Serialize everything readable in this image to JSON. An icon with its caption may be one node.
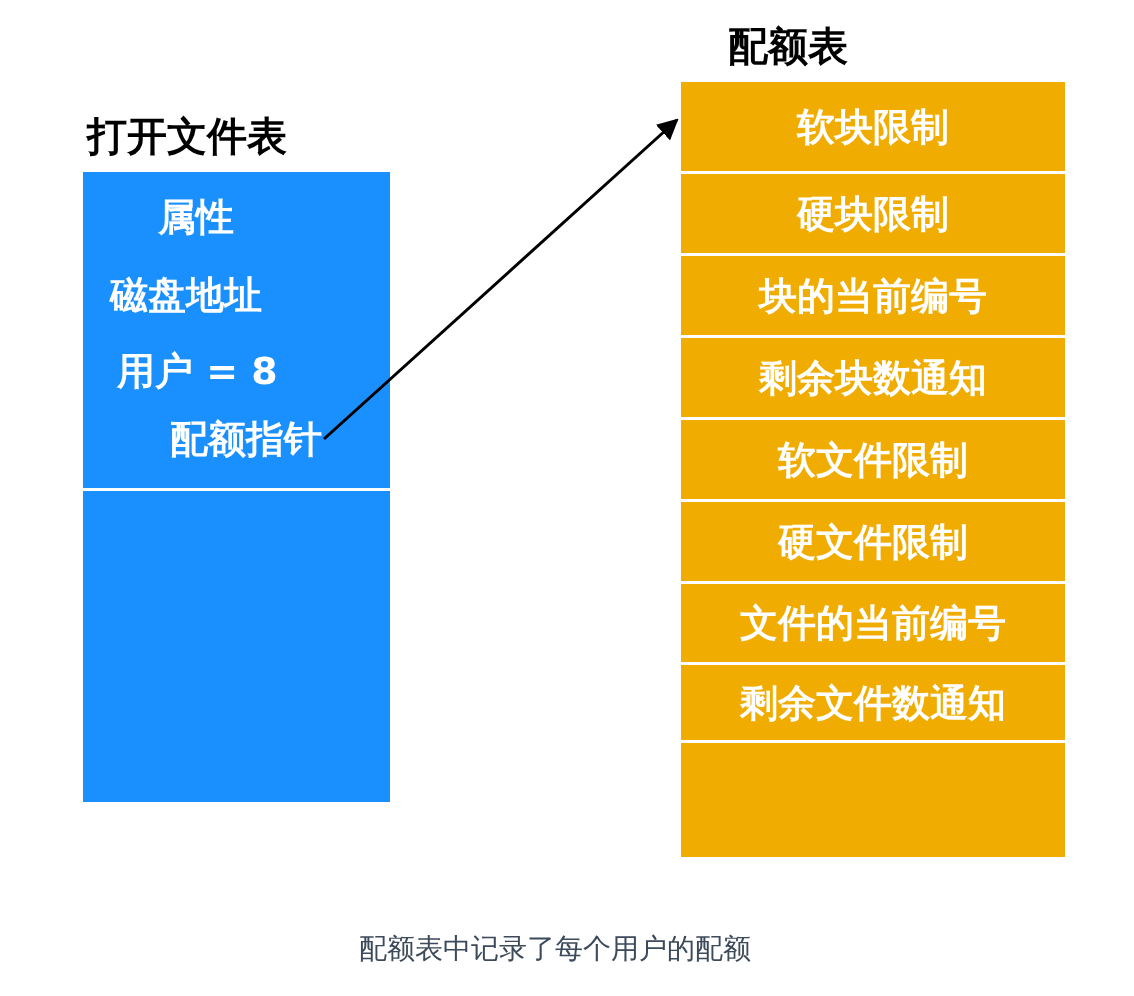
{
  "diagram": {
    "caption": "配额表中记录了每个用户的配额",
    "nodes": [
      {
        "text": [
          "打开文件表"
        ]
      },
      {
        "text": [
          "属性",
          "磁盘地址",
          "用户 = 8"
        ],
        "in": 0
      },
      {
        "text": [
          "配额指针"
        ],
        "in": 1
      },
      {
        "text": [],
        "shape": "box",
        "in": 0
      },
      {
        "text": [
          "配额表"
        ]
      },
      {
        "text": [
          "软块限制"
        ],
        "in": 4
      },
      {
        "text": [
          "硬块限制"
        ],
        "in": 4
      },
      {
        "text": [
          "块的当前编号"
        ],
        "in": 4
      },
      {
        "text": [
          "剩余块数通知"
        ],
        "in": 4
      },
      {
        "text": [
          "软文件限制"
        ],
        "in": 4
      },
      {
        "text": [
          "硬文件限制"
        ],
        "in": 4
      },
      {
        "text": [
          "文件的当前编号"
        ],
        "in": 4
      },
      {
        "text": [
          "剩余文件数通知"
        ],
        "in": 4
      },
      {
        "text": [],
        "shape": "box",
        "in": 4
      }
    ],
    "edges": [
      {
        "from": 2,
        "to": 4,
        "arrow": "to"
      }
    ]
  }
}
